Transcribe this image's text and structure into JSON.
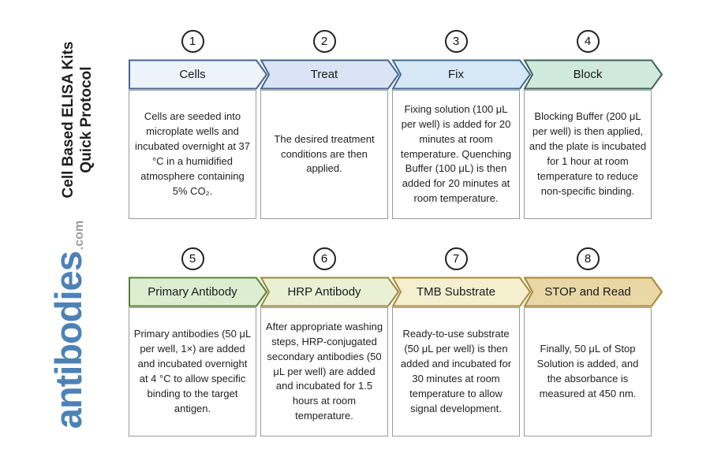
{
  "page": {
    "background": "#ffffff"
  },
  "sidebar": {
    "title_line1": "Cell Based ELISA Kits",
    "title_line2": "Quick Protocol",
    "logo_text": "antibodies",
    "logo_suffix": ".com",
    "logo_color": "#4d82b6",
    "logo_suffix_color": "#9b9b9b"
  },
  "accents": {
    "circle_border": "#222222",
    "box_border": "#97999c",
    "body_text": "#212121"
  },
  "steps": [
    {
      "number": "1",
      "label": "Cells",
      "description": "Cells are seeded into microplate wells and incubated overnight at 37 °C in a humidified atmosphere containing 5% CO₂.",
      "fill": "#edf3fa",
      "stroke": "#47648e"
    },
    {
      "number": "2",
      "label": "Treat",
      "description": "The desired treatment conditions are then applied.",
      "fill": "#dbe4f6",
      "stroke": "#47648e"
    },
    {
      "number": "3",
      "label": "Fix",
      "description": "Fixing solution (100 μL per well) is added for 20 minutes at room temperature. Quenching Buffer (100 μL) is then added for 20 minutes at room temperature.",
      "fill": "#d6e7f6",
      "stroke": "#3f6a92"
    },
    {
      "number": "4",
      "label": "Block",
      "description": "Blocking Buffer (200 μL per well) is then applied, and the plate is incubated for 1 hour at room temperature to reduce non-specific binding.",
      "fill": "#cfeadd",
      "stroke": "#3e6358"
    },
    {
      "number": "5",
      "label": "Primary Antibody",
      "description": "Primary antibodies (50 μL per well, 1×) are added and incubated overnight at 4 °C to allow specific binding to the target antigen.",
      "fill": "#dcedd0",
      "stroke": "#5a7f37"
    },
    {
      "number": "6",
      "label": "HRP Antibody",
      "description": "After appropriate washing steps, HRP-conjugated secondary antibodies (50 μL per well) are added and incubated for 1.5 hours at room temperature.",
      "fill": "#e9f0d4",
      "stroke": "#96893f"
    },
    {
      "number": "7",
      "label": "TMB Substrate",
      "description": "Ready-to-use substrate (50 μL per well) is then added and incubated for 30 minutes at room temperature to allow signal development.",
      "fill": "#f4efcf",
      "stroke": "#ab8934"
    },
    {
      "number": "8",
      "label": "STOP and Read",
      "description": "Finally, 50 μL of Stop Solution is added, and the absorbance is measured at 450 nm.",
      "fill": "#e9d8a6",
      "stroke": "#a98430"
    }
  ]
}
